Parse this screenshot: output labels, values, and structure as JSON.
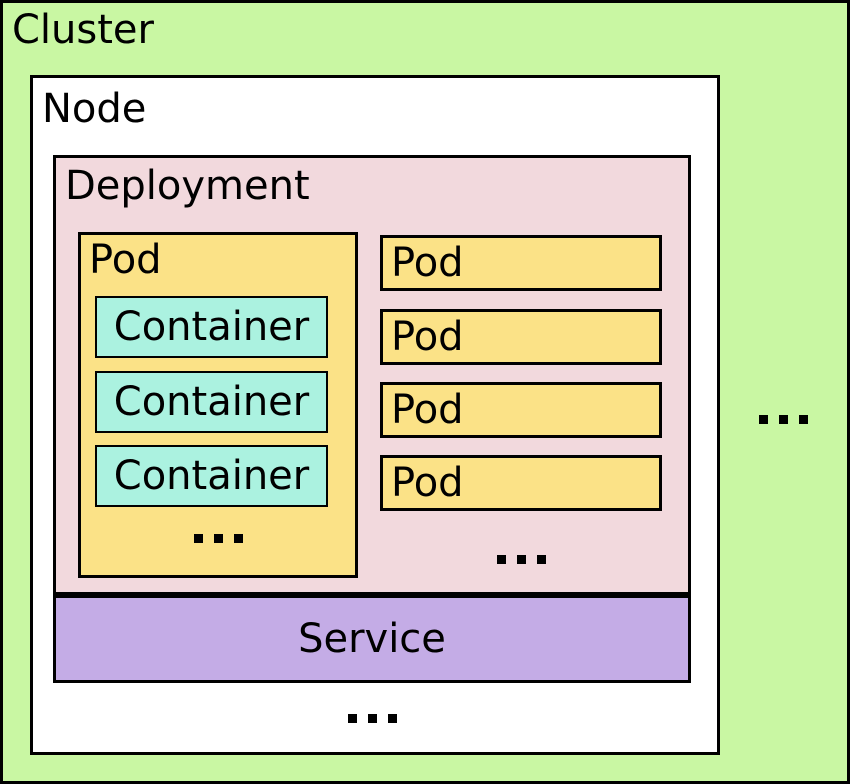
{
  "colors": {
    "cluster_bg": "#c9f7a3",
    "node_bg": "#ffffff",
    "deployment_bg": "#f2d9dd",
    "pod_bg": "#fbe287",
    "container_bg": "#abf2e0",
    "service_bg": "#c4ace6",
    "border": "#000000"
  },
  "cluster": {
    "label": "Cluster",
    "ellipsis": "..."
  },
  "node": {
    "label": "Node",
    "ellipsis": "..."
  },
  "deployment": {
    "label": "Deployment",
    "main_pod": {
      "label": "Pod",
      "containers": [
        {
          "label": "Container"
        },
        {
          "label": "Container"
        },
        {
          "label": "Container"
        }
      ],
      "ellipsis": "..."
    },
    "replica_pods": [
      {
        "label": "Pod"
      },
      {
        "label": "Pod"
      },
      {
        "label": "Pod"
      },
      {
        "label": "Pod"
      }
    ],
    "replica_ellipsis": "..."
  },
  "service": {
    "label": "Service"
  }
}
